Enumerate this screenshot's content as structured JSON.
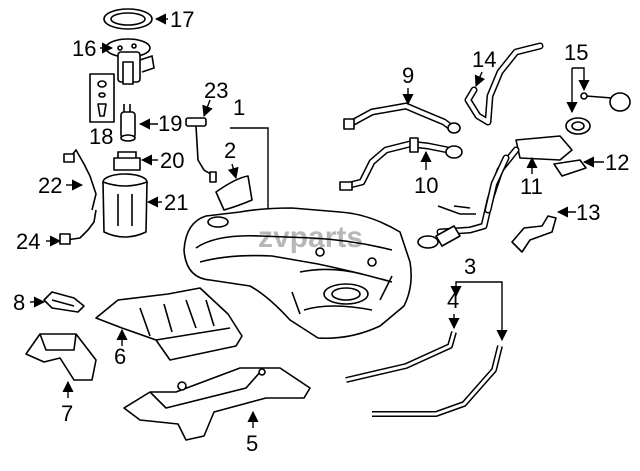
{
  "watermark": "zvparts",
  "callouts": {
    "c1": "1",
    "c2": "2",
    "c3": "3",
    "c4": "4",
    "c5": "5",
    "c6": "6",
    "c7": "7",
    "c8": "8",
    "c9": "9",
    "c10": "10",
    "c11": "11",
    "c12": "12",
    "c13": "13",
    "c14": "14",
    "c15": "15",
    "c16": "16",
    "c17": "17",
    "c18": "18",
    "c19": "19",
    "c20": "20",
    "c21": "21",
    "c22": "22",
    "c23": "23",
    "c24": "24"
  }
}
